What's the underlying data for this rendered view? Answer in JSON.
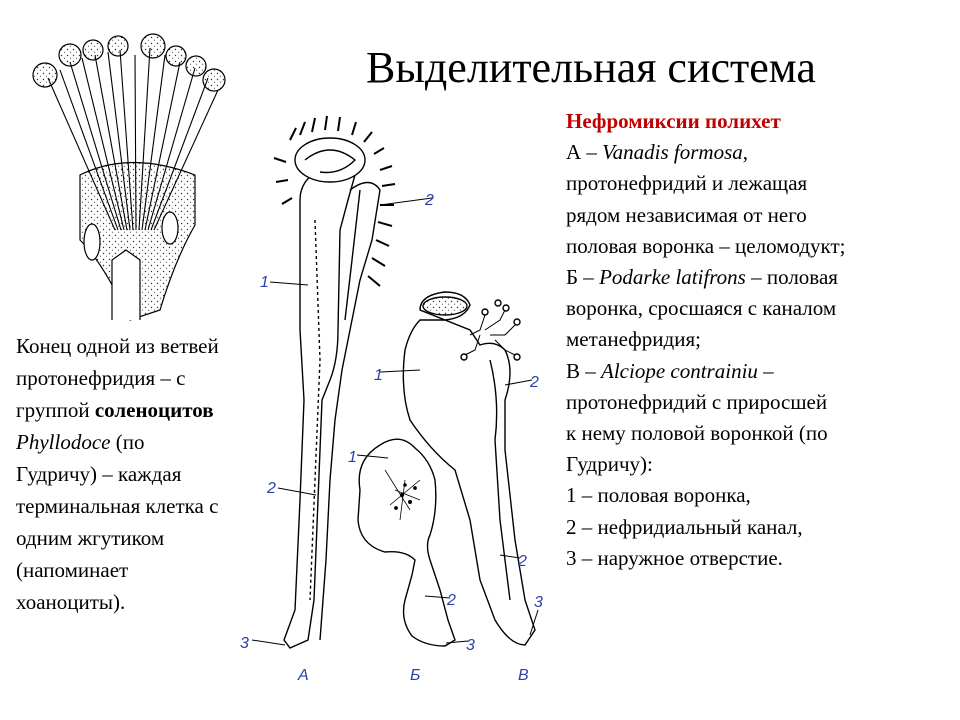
{
  "title": "Выделительная система",
  "right_panel": {
    "heading": "Нефромиксии полихет",
    "lines": [
      {
        "prefix": "А – ",
        "italic": "Vanadis formosa",
        "rest": ","
      },
      {
        "prefix": "протонефридий и лежащая",
        "italic": "",
        "rest": ""
      },
      {
        "prefix": "рядом независимая от него",
        "italic": "",
        "rest": ""
      },
      {
        "prefix": "половая воронка – целомодукт;",
        "italic": "",
        "rest": ""
      },
      {
        "prefix": "Б – ",
        "italic": "Podarke latifrons",
        "rest": " – половая"
      },
      {
        "prefix": "воронка, сросшаяся с каналом",
        "italic": "",
        "rest": ""
      },
      {
        "prefix": "метанефридия;",
        "italic": "",
        "rest": ""
      },
      {
        "prefix": "В – ",
        "italic": "Alciope contrainiu",
        "rest": " –"
      },
      {
        "prefix": "протонефридий с приросшей",
        "italic": "",
        "rest": ""
      },
      {
        "prefix": "к нему половой воронкой (по",
        "italic": "",
        "rest": ""
      },
      {
        "prefix": "Гудричу):",
        "italic": "",
        "rest": ""
      },
      {
        "prefix": "1 – половая воронка,",
        "italic": "",
        "rest": ""
      },
      {
        "prefix": "2 – нефридиальный канал,",
        "italic": "",
        "rest": ""
      },
      {
        "prefix": "3 – наружное отверстие.",
        "italic": "",
        "rest": ""
      }
    ]
  },
  "left_panel": {
    "l1": "Конец одной из ветвей",
    "l2": "протонефридия – с",
    "l3_pre": "группой ",
    "l3_bold": "соленоцитов",
    "l4_italic": "Phyllodoce",
    "l4_rest": " (по",
    "l5": "Гудричу) – каждая",
    "l6": "терминальная клетка с",
    "l7": "одним жгутиком",
    "l8": "(напоминает",
    "l9": "хоаноциты)."
  },
  "figure_labels": {
    "a": {
      "n1": "1",
      "n2": "2",
      "n3": "3",
      "letter": "А"
    },
    "b": {
      "n1": "1",
      "n2": "2",
      "n3": "3",
      "letter": "Б"
    },
    "c": {
      "n1": "1",
      "n2": "2",
      "n3": "3",
      "letter": "В"
    },
    "top": {
      "n2": "2"
    }
  }
}
